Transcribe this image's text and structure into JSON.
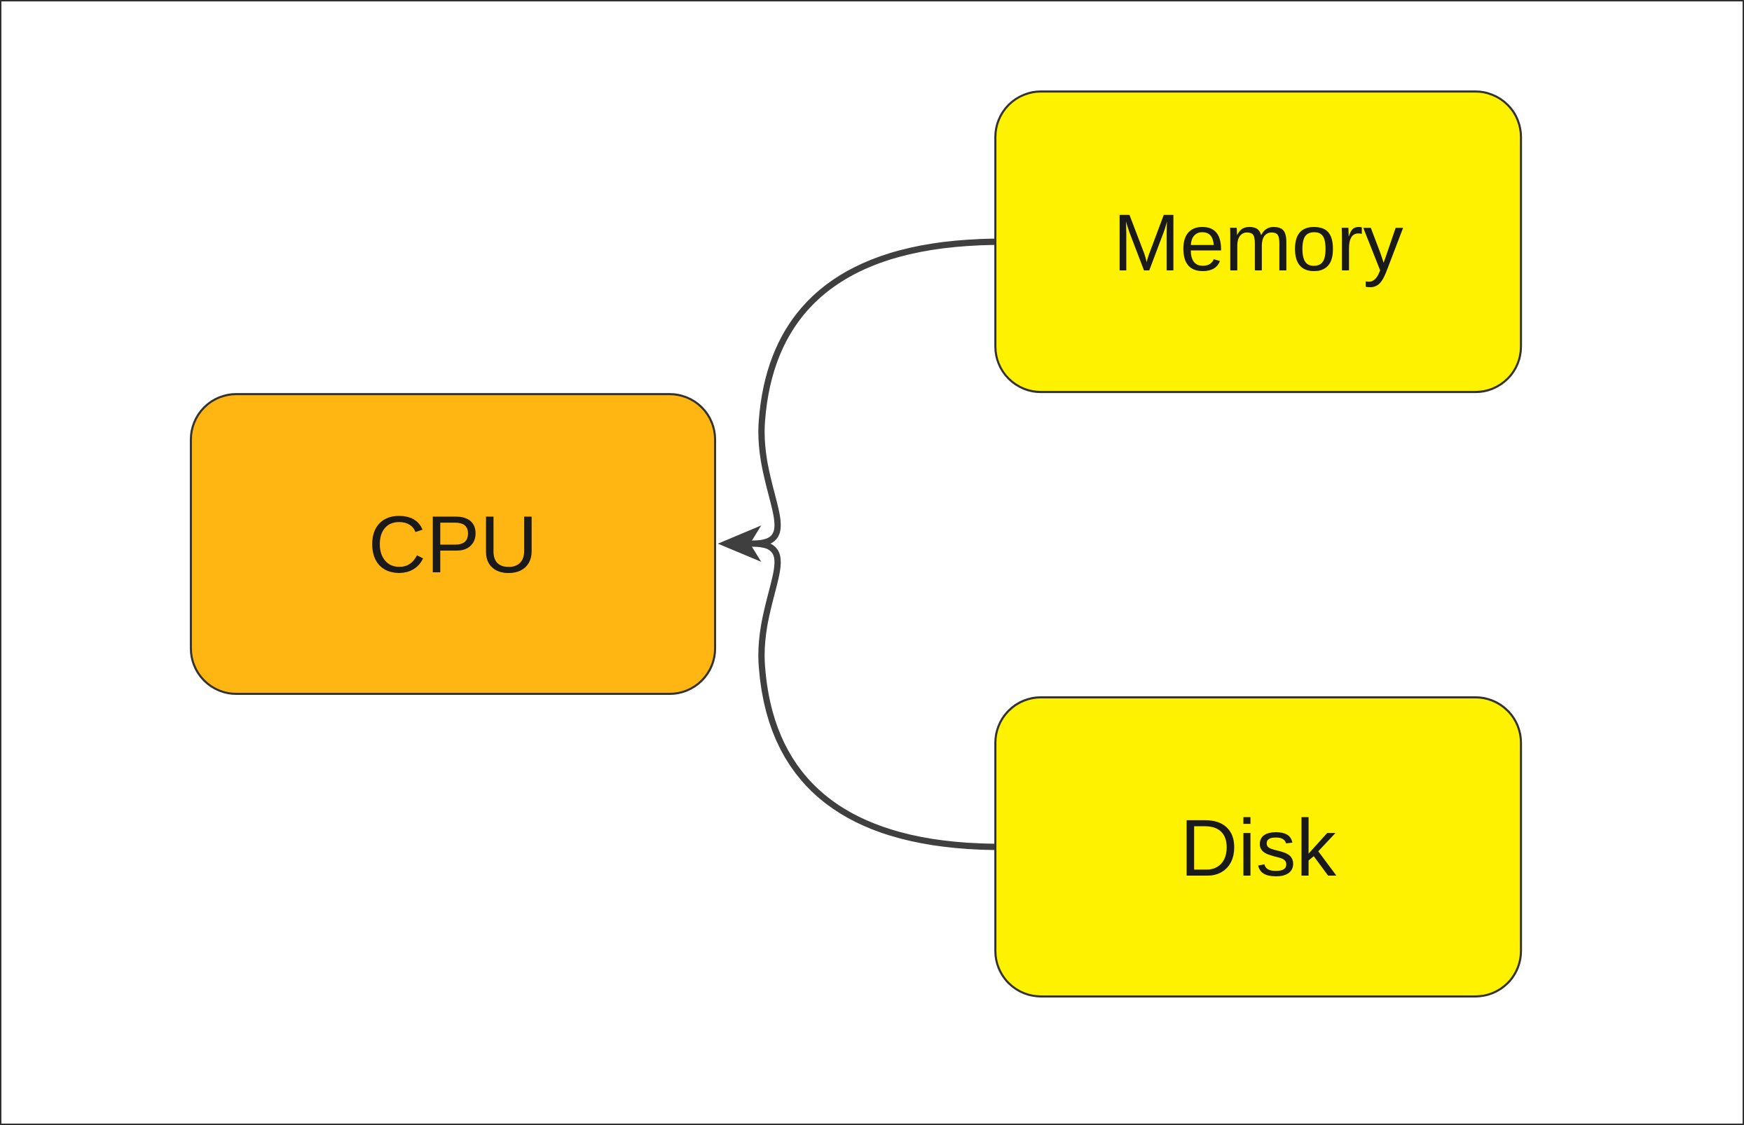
{
  "diagram": {
    "type": "flowchart",
    "nodes": [
      {
        "id": "cpu",
        "label": "CPU",
        "fill": "#FFB612",
        "shape": "rounded-rect"
      },
      {
        "id": "memory",
        "label": "Memory",
        "fill": "#FFF200",
        "shape": "rounded-rect"
      },
      {
        "id": "disk",
        "label": "Disk",
        "fill": "#FFF200",
        "shape": "rounded-rect"
      }
    ],
    "edges": [
      {
        "from": "memory",
        "to": "cpu",
        "style": "curved",
        "arrowhead": "classic"
      },
      {
        "from": "disk",
        "to": "cpu",
        "style": "curved",
        "arrowhead": "classic"
      }
    ],
    "colors": {
      "edge": "#3f3f3f",
      "node_border": "#333333",
      "text": "#1a1a1a",
      "background": "#ffffff",
      "canvas_border": "#2f2f2f"
    }
  }
}
